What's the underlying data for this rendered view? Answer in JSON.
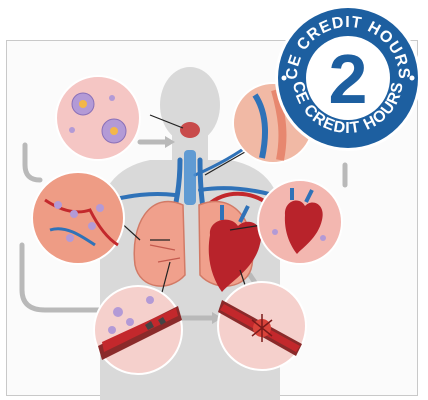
{
  "badge": {
    "top_text": "CE CREDIT HOURS",
    "bottom_text": "CE CREDIT HOURS",
    "number": "2",
    "colors": {
      "ring": "#1d5fa0",
      "inner": "#ffffff",
      "number": "#1d5fa0",
      "text": "#ffffff"
    }
  },
  "illustration": {
    "subject": "anatomy-infographic-body-lungs-heart-with-magnified-circles",
    "colors": {
      "body": "#d9d9d9",
      "vessel_blue": "#2f72b8",
      "vessel_red": "#c3282c",
      "lung": "#f0a08c",
      "heart": "#b8232b",
      "tissue_pink": "#f3b7b0",
      "arrow_gray": "#b9b9b9"
    }
  }
}
